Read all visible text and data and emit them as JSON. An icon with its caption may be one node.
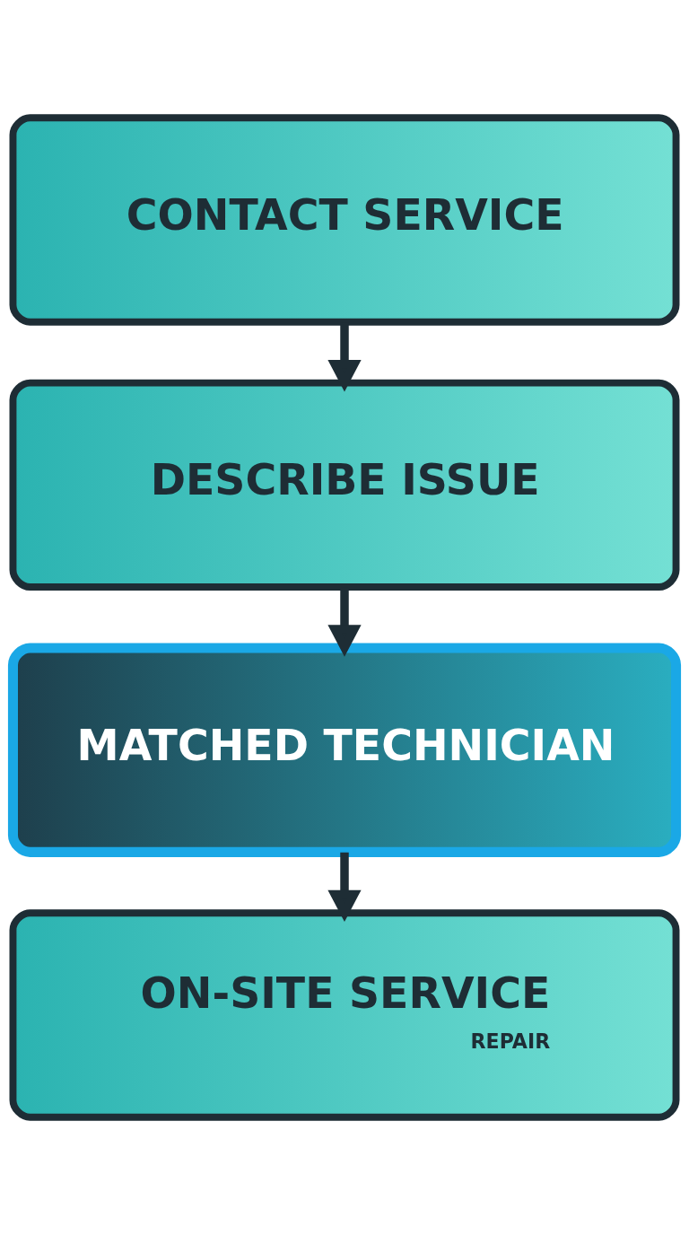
{
  "diagram": {
    "nodes": [
      {
        "text": [
          "CONTACT SERVICE"
        ]
      },
      {
        "text": [
          "DESCRIBE ISSUE"
        ]
      },
      {
        "text": [
          "MATCHED TECHNICIAN"
        ]
      },
      {
        "text": [
          "ON-SITE SERVICE",
          "REPAIR"
        ]
      }
    ],
    "edges": [
      {
        "from": 0,
        "to": 1,
        "arrow": "to"
      },
      {
        "from": 1,
        "to": 2,
        "arrow": "to"
      },
      {
        "from": 2,
        "to": 3,
        "arrow": "to"
      }
    ]
  }
}
